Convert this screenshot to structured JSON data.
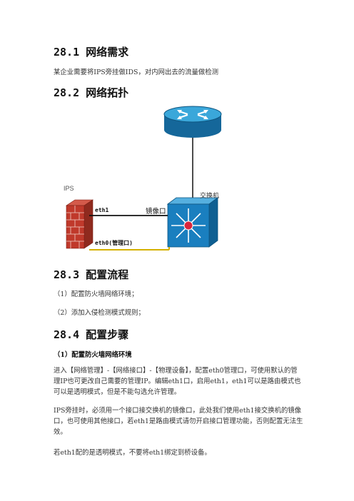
{
  "sections": {
    "s1": {
      "heading": "28.1 网络需求",
      "text": "某企业需要将IPS旁挂做IDS，对内网出去的流量做检测"
    },
    "s2": {
      "heading": "28.2 网络拓扑"
    },
    "s3": {
      "heading": "28.3 配置流程",
      "items": [
        "（1）配置防火墙网络环境；",
        "（2）添加入侵检测模式规则；"
      ]
    },
    "s4": {
      "heading": "28.4 配置步骤",
      "subheading": "（1）配置防火墙网络环境",
      "paragraphs": [
        "进入【网络管理】-【网络接口】-【物理设备】，配置eth0管理口，可使用默认的管理IP也可更改自己需要的管理IP。编辑eth1口，启用eth1，eth1可以是路由模式也可以是透明模式，但是不能勾选允许管理。",
        "IPS旁挂时，必须用一个接口接交换机的镜像口，此处我们使用eth1接交换机的镜像口，也可使用其他接口，若eth1是路由模式请勿开启接口管理功能，否则配置无法生效。",
        "若eth1配的是透明模式，不要将eth1绑定到桥设备。"
      ]
    }
  },
  "diagram": {
    "ips_label": "IPS",
    "switch_label": "交换机",
    "eth1_label": "eth1",
    "mirror_label": "镜像口",
    "eth0_label": "eth0(管理口)",
    "colors": {
      "router": "#1f8fc6",
      "switch": "#1a7fbf",
      "firewall": "#c0392b",
      "link_eth1": "#111111",
      "link_eth0": "#d4b000"
    }
  }
}
